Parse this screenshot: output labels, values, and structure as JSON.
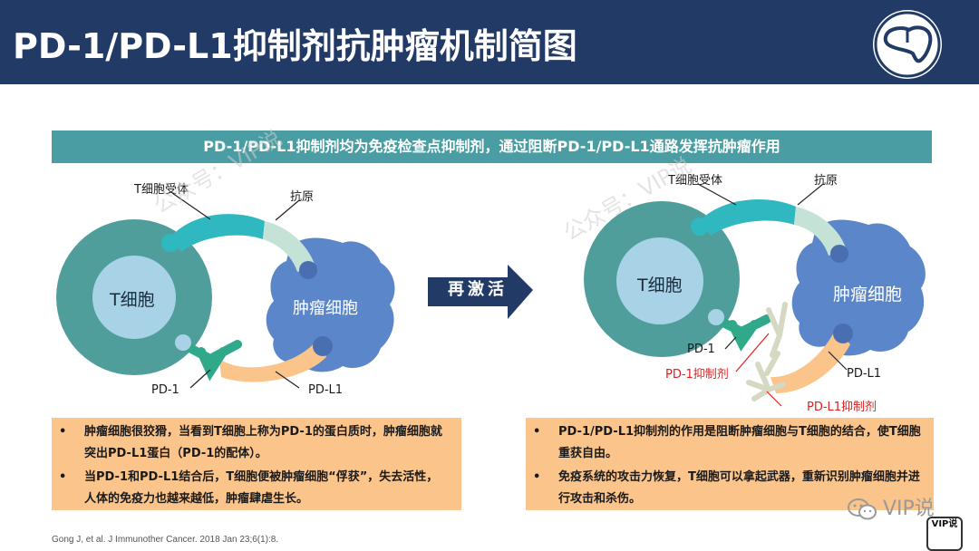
{
  "header": {
    "title": "PD-1/PD-L1抑制剂抗肿瘤机制简图"
  },
  "banner": {
    "text": "PD-1/PD-L1抑制剂均为免疫检查点抑制剂，通过阻断PD-1/PD-L1通路发挥抗肿瘤作用"
  },
  "left_diagram": {
    "t_cell": "T细胞",
    "tumor_cell": "肿瘤细胞",
    "tcr_label": "T细胞受体",
    "antigen_label": "抗原",
    "pd1_label": "PD-1",
    "pdl1_label": "PD-L1"
  },
  "arrow": {
    "label": "再激活"
  },
  "right_diagram": {
    "t_cell": "T细胞",
    "tumor_cell": "肿瘤细胞",
    "tcr_label": "T细胞受体",
    "antigen_label": "抗原",
    "pd1_label": "PD-1",
    "pd1_inhibitor_label": "PD-1抑制剂",
    "pdl1_label": "PD-L1",
    "pdl1_inhibitor_label": "PD-L1抑制剂"
  },
  "left_box": {
    "bullets": [
      "肿瘤细胞很狡猾，当看到T细胞上称为PD-1的蛋白质时，肿瘤细胞就突出PD-L1蛋白（PD-1的配体）。",
      "当PD-1和PD-L1结合后，T细胞便被肿瘤细胞“俘获”，失去活性，人体的免疫力也越来越低，肿瘤肆虐生长。"
    ]
  },
  "right_box": {
    "bullets": [
      "PD-1/PD-L1抑制剂的作用是阻断肿瘤细胞与T细胞的结合，使T细胞重获自由。",
      "免疫系统的攻击力恢复，T细胞可以拿起武器，重新识别肿瘤细胞并进行攻击和杀伤。"
    ]
  },
  "citation": "Gong J, et al.  J Immunother Cancer. 2018 Jan 23;6(1):8.",
  "watermark": {
    "text": "公众号：VIP说",
    "wechat_label": "VIP说",
    "badge": "VIP说"
  },
  "colors": {
    "header_bg": "#223a66",
    "banner_bg": "#4a9ea3",
    "t_cell": "#4f9e9c",
    "t_cell_inner": "#a8d3e6",
    "tumor_cell": "#5b86c9",
    "receptor_teal": "#30b8c0",
    "antigen": "#c5e2d6",
    "pd1": "#2fa98a",
    "pdl1": "#fbc48a",
    "antibody": "#d5d9c1",
    "text_box": "#fbc48a",
    "arrow": "#223a66",
    "red_label": "#e02020"
  }
}
